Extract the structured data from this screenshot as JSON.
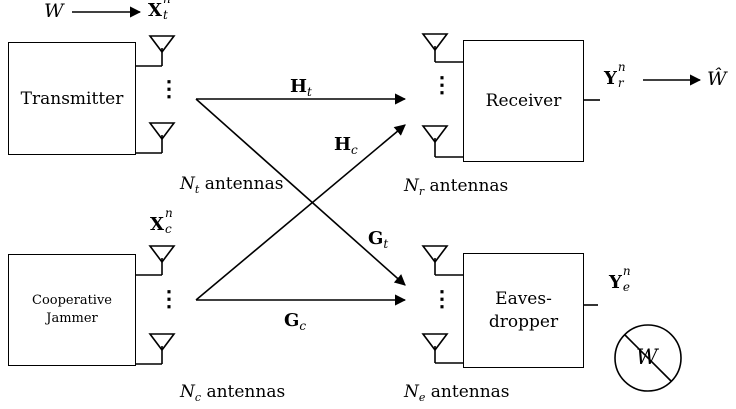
{
  "source": {
    "label": "W"
  },
  "transmitter": {
    "name": "Transmitter",
    "signal_main": "X",
    "signal_sup": "n",
    "signal_sub": "t",
    "antenna_main": "N",
    "antenna_sub": "t",
    "antenna_word": "antennas"
  },
  "jammer": {
    "line1": "Cooperative",
    "line2": "Jammer",
    "signal_main": "X",
    "signal_sup": "n",
    "signal_sub": "c",
    "antenna_main": "N",
    "antenna_sub": "c",
    "antenna_word": "antennas"
  },
  "receiver": {
    "name": "Receiver",
    "signal_main": "Y",
    "signal_sup": "n",
    "signal_sub": "r",
    "estimate": "Ŵ",
    "antenna_main": "N",
    "antenna_sub": "r",
    "antenna_word": "antennas"
  },
  "eavesdropper": {
    "line1": "Eaves-",
    "line2": "dropper",
    "signal_main": "Y",
    "signal_sup": "n",
    "signal_sub": "e",
    "forbidden": "W",
    "antenna_main": "N",
    "antenna_sub": "e",
    "antenna_word": "antennas"
  },
  "channels": {
    "Ht": {
      "main": "H",
      "sub": "t"
    },
    "Hc": {
      "main": "H",
      "sub": "c"
    },
    "Gt": {
      "main": "G",
      "sub": "t"
    },
    "Gc": {
      "main": "G",
      "sub": "c"
    }
  },
  "dots": "⋮"
}
